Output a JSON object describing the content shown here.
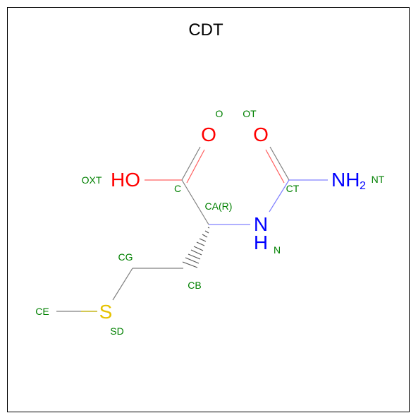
{
  "title": "CDT",
  "colors": {
    "atom_label": "#008000",
    "oxygen": "#ff0000",
    "nitrogen": "#0000ff",
    "sulfur": "#ccbb00",
    "carbon_bond": "#808080"
  },
  "elements": {
    "o_top": "O",
    "ot_top": "O",
    "ho": "HO",
    "nh_n": "N",
    "nh_h": "H",
    "nh2_main": "NH",
    "nh2_sub": "2",
    "s": "S"
  },
  "atom_labels": {
    "o": "O",
    "ot": "OT",
    "oxt": "OXT",
    "c": "C",
    "ct": "CT",
    "nt": "NT",
    "ca": "CA(R)",
    "n": "N",
    "cg": "CG",
    "cb": "CB",
    "ce": "CE",
    "sd": "SD"
  }
}
